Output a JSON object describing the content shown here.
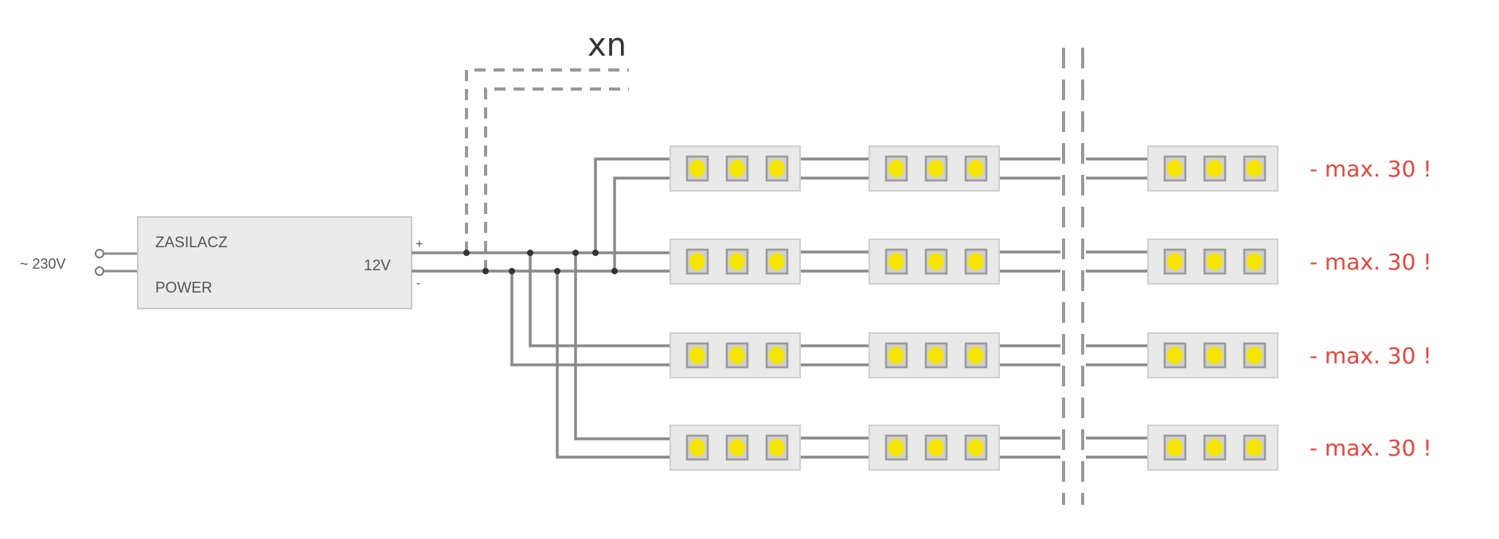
{
  "power_supply": {
    "label_pl": "ZASILACZ",
    "label_en": "POWER",
    "output_voltage": "12V",
    "input_voltage": "~ 230V",
    "plus_symbol": "+",
    "minus_symbol": "-"
  },
  "parallel_note": "xn",
  "rows": [
    {
      "warning": "- max. 30 !",
      "modules_shown": 3,
      "leds_per_module": 3
    },
    {
      "warning": "- max. 30 !",
      "modules_shown": 3,
      "leds_per_module": 3
    },
    {
      "warning": "- max. 30 !",
      "modules_shown": 3,
      "leds_per_module": 3
    },
    {
      "warning": "- max. 30 !",
      "modules_shown": 3,
      "leds_per_module": 3
    }
  ],
  "colors": {
    "wire": "#8a8a8a",
    "junction": "#333333",
    "module_fill": "#e9e9e9",
    "module_border": "#cfcfcf",
    "led": "#f6e500",
    "led_frame": "#9a9a9a",
    "warning": "#e8453c",
    "text": "#555555"
  }
}
